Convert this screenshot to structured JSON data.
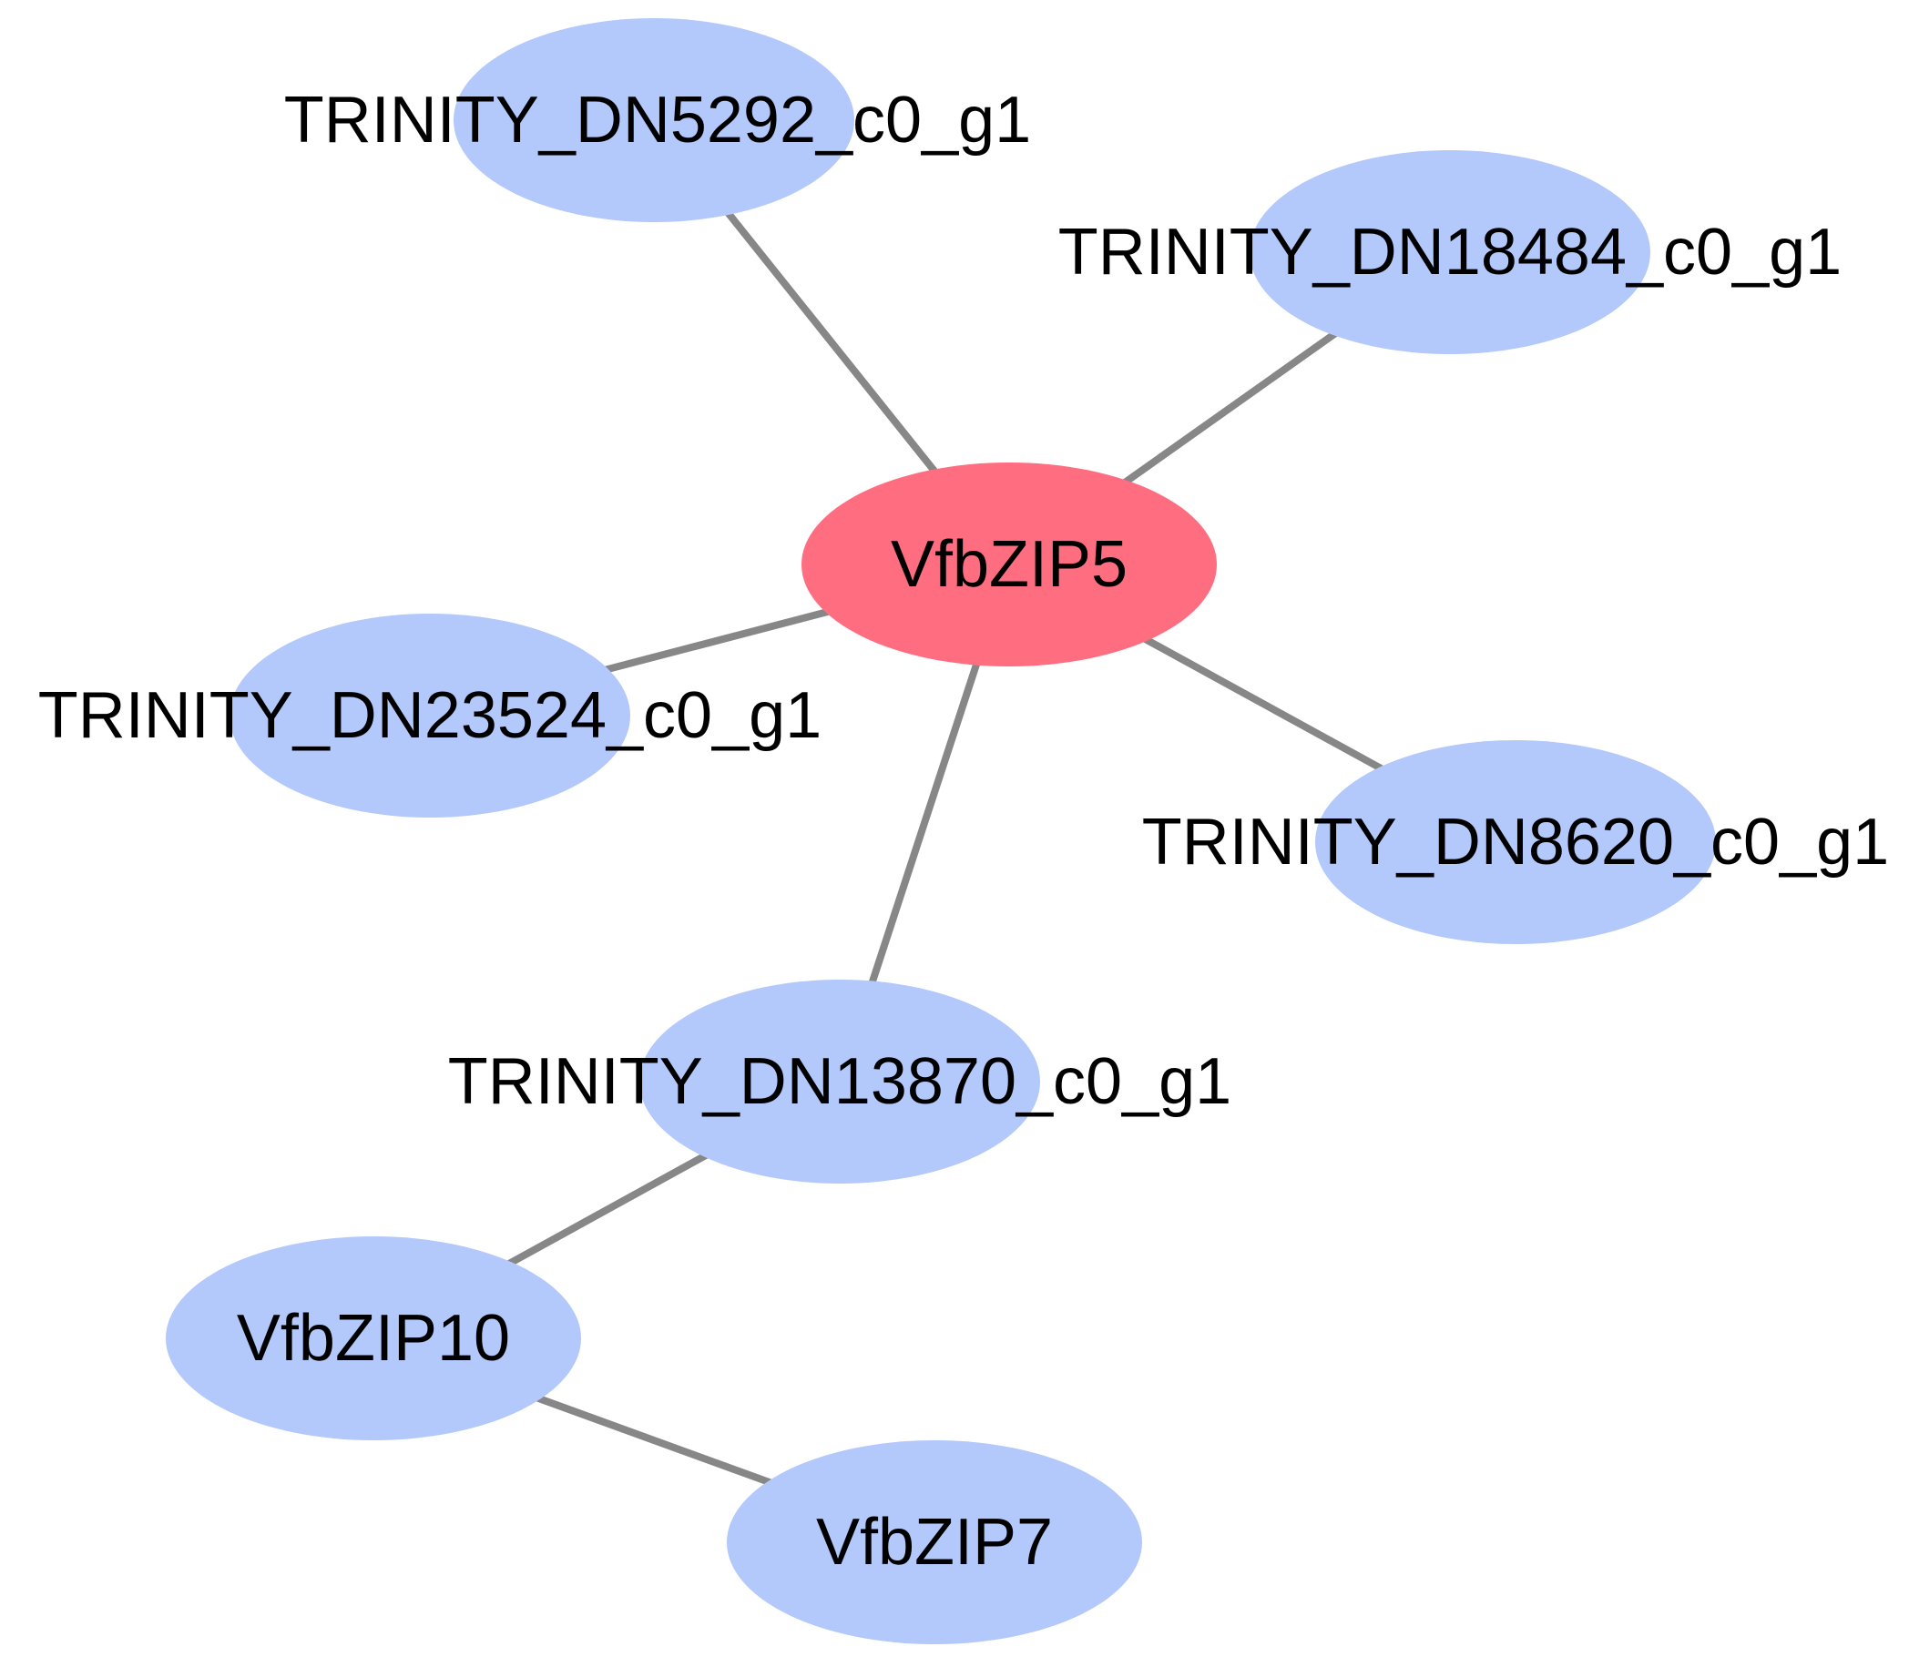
{
  "colors": {
    "hub_node": "#ff6d80",
    "node": "#b3c8fb",
    "edge": "#878787",
    "label": "#000000"
  },
  "nodes": [
    {
      "id": "hub",
      "label": "VfbZIP5",
      "role": "hub"
    },
    {
      "id": "dn5292",
      "label": "TRINITY_DN5292_c0_g1",
      "role": "node"
    },
    {
      "id": "dn18484",
      "label": "TRINITY_DN18484_c0_g1",
      "role": "node"
    },
    {
      "id": "dn23524",
      "label": "TRINITY_DN23524_c0_g1",
      "role": "node"
    },
    {
      "id": "dn8620",
      "label": "TRINITY_DN8620_c0_g1",
      "role": "node"
    },
    {
      "id": "dn13870",
      "label": "TRINITY_DN13870_c0_g1",
      "role": "node"
    },
    {
      "id": "zip10",
      "label": "VfbZIP10",
      "role": "node"
    },
    {
      "id": "zip7",
      "label": "VfbZIP7",
      "role": "node"
    }
  ],
  "edges": [
    {
      "source": "hub",
      "target": "dn5292"
    },
    {
      "source": "hub",
      "target": "dn18484"
    },
    {
      "source": "hub",
      "target": "dn23524"
    },
    {
      "source": "hub",
      "target": "dn8620"
    },
    {
      "source": "hub",
      "target": "dn13870"
    },
    {
      "source": "dn13870",
      "target": "zip10"
    },
    {
      "source": "zip10",
      "target": "zip7"
    }
  ]
}
